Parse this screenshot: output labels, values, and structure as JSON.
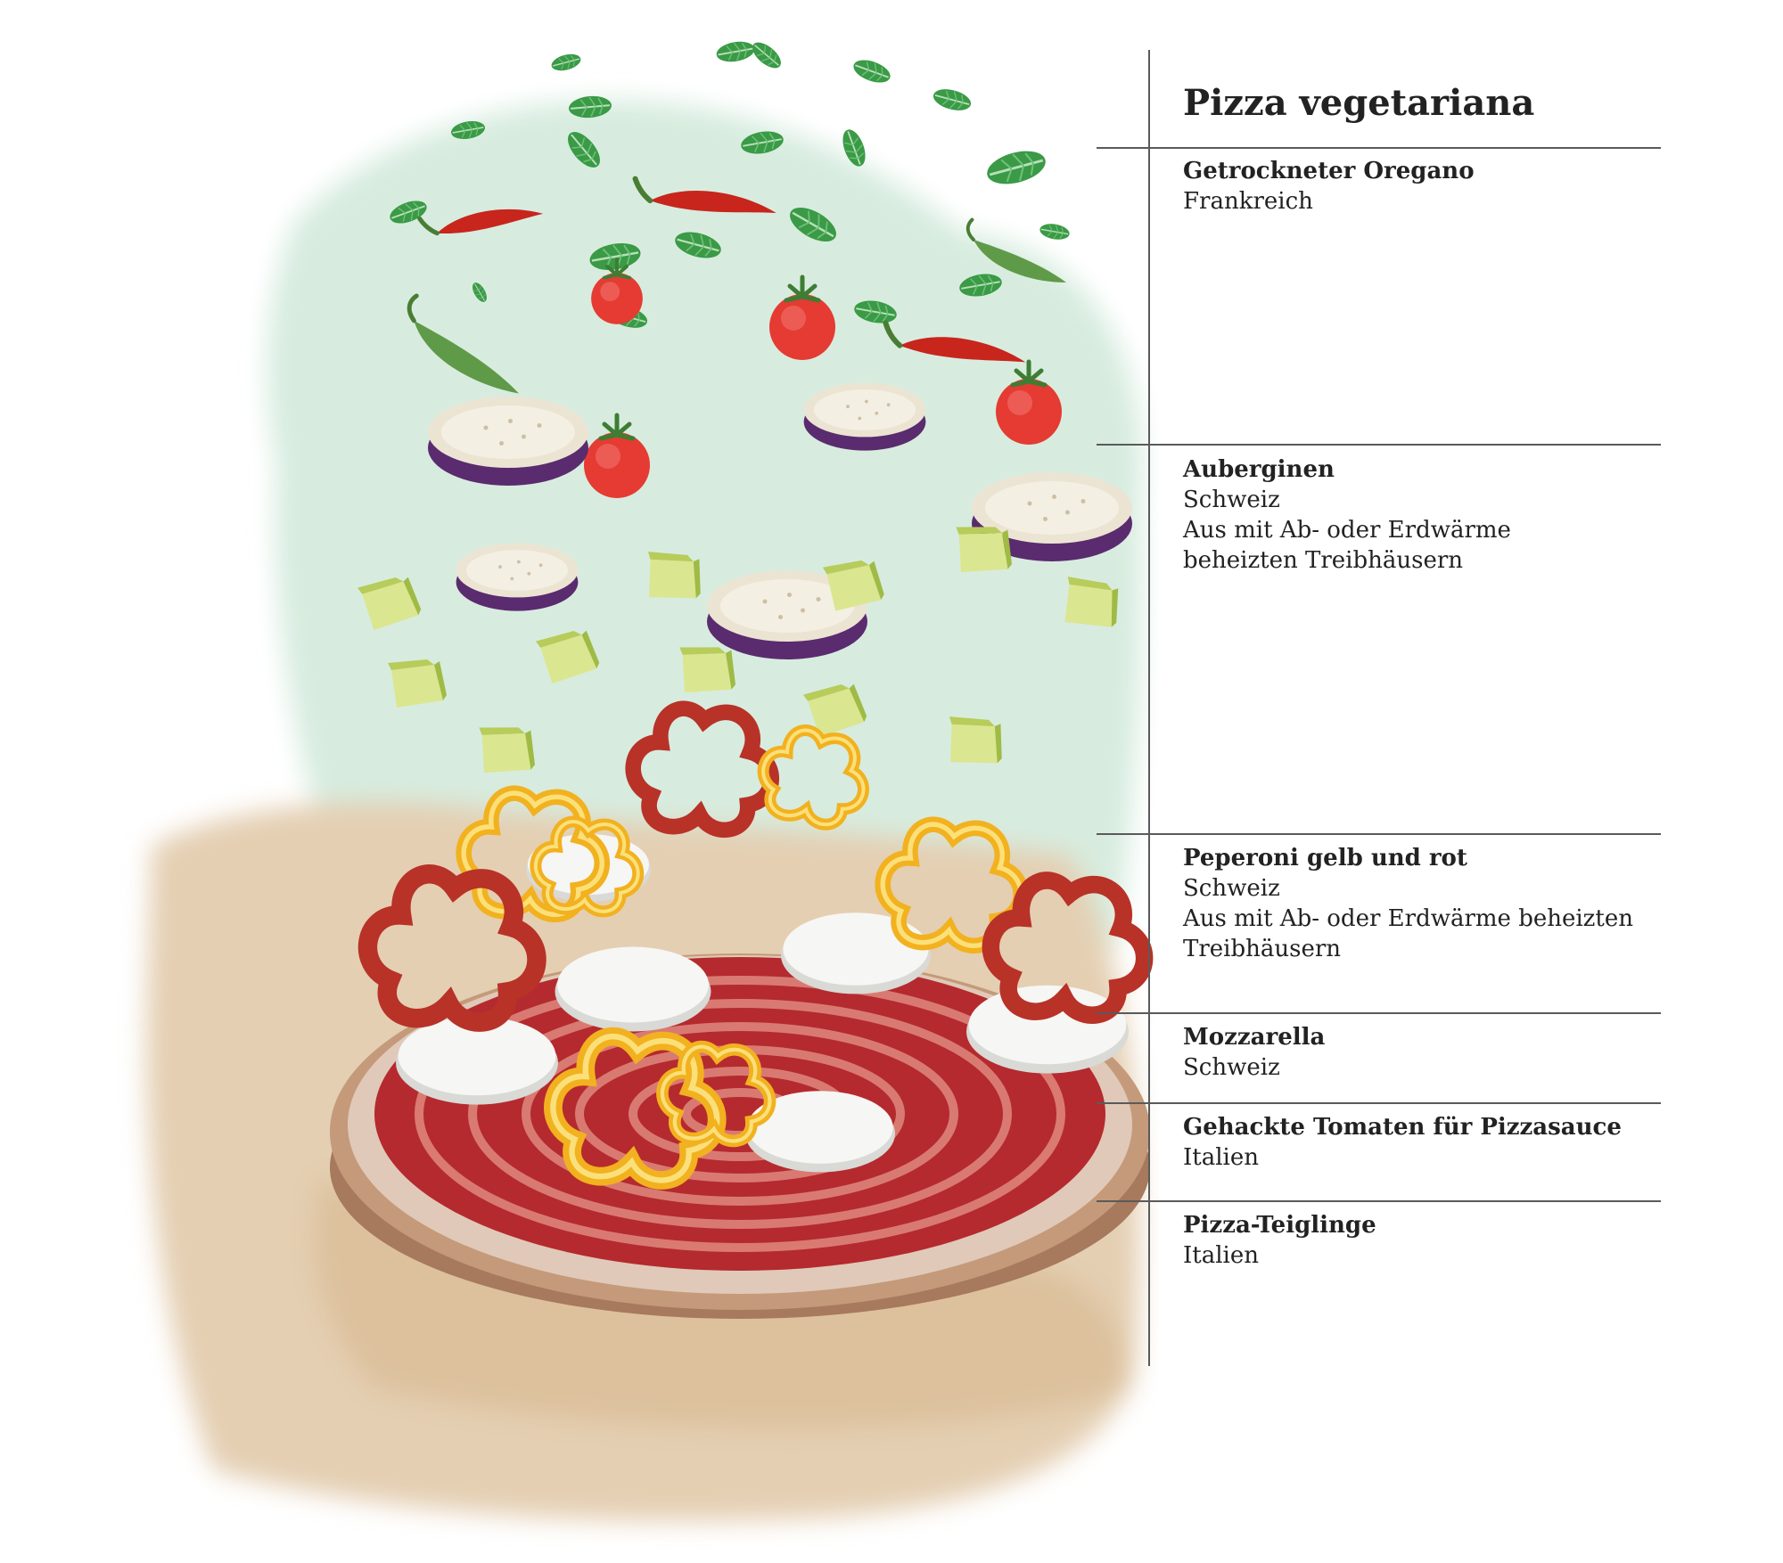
{
  "title": "Pizza vegetariana",
  "colors": {
    "background": "#ffffff",
    "text": "#222222",
    "rule": "#5a5a5a",
    "green_wash": "#d7ecdf",
    "beige_wash": "#e4cfb2",
    "basil": "#3a9a46",
    "chili": "#c8251c",
    "tomato": "#e53b32",
    "aubergine": "#5a2b6e",
    "zucchini": "#dbe690",
    "pepper_red": "#b83228",
    "pepper_yellow": "#f2b11f",
    "mozzarella": "#f6f6f4",
    "sauce": "#b52a2e",
    "crust": "#c49a7a"
  },
  "ingredients": [
    {
      "name": "Getrockneter Oregano",
      "lines": [
        "Frankreich"
      ]
    },
    {
      "name": "Auberginen",
      "lines": [
        "Schweiz",
        "Aus mit Ab- oder Erdwärme",
        "beheizten Treibhäusern"
      ]
    },
    {
      "name": "Peperoni gelb und rot",
      "lines": [
        "Schweiz",
        "Aus mit Ab- oder Erdwärme beheizten",
        "Treibhäusern"
      ]
    },
    {
      "name": "Mozzarella",
      "lines": [
        "Schweiz"
      ]
    },
    {
      "name": "Gehackte Tomaten für Pizzasauce",
      "lines": [
        "Italien"
      ]
    },
    {
      "name": "Pizza-Teiglinge",
      "lines": [
        "Italien"
      ]
    }
  ]
}
